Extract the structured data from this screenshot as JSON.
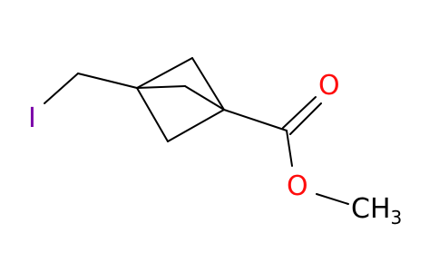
{
  "molecule": {
    "atoms": {
      "iodine": {
        "symbol": "I",
        "color": "#7a00a8"
      },
      "carbonyl_oxygen": {
        "symbol": "O",
        "color": "#ff0d0d"
      },
      "ester_oxygen": {
        "symbol": "O",
        "color": "#ff0d0d"
      },
      "methyl": {
        "symbol": "CH",
        "subscript": "3",
        "color": "#000000"
      }
    }
  }
}
